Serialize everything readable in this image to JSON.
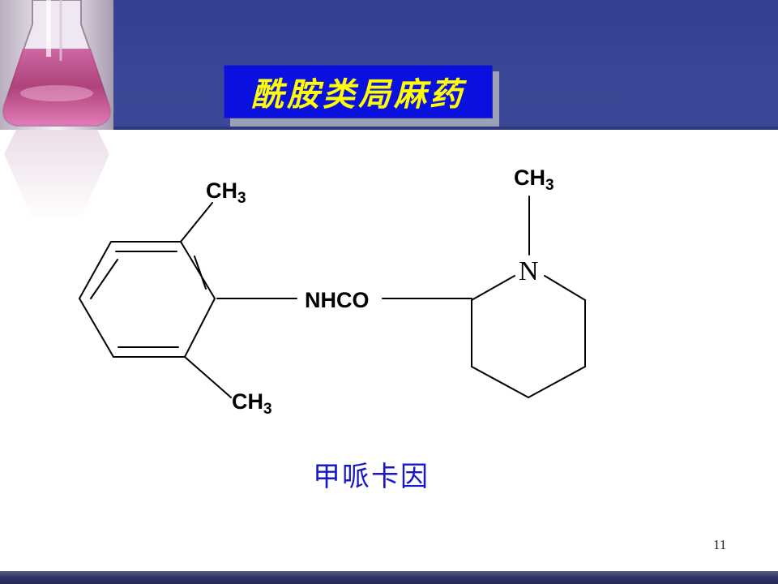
{
  "slide": {
    "title": "酰胺类局麻药",
    "drug_name": "甲哌卡因",
    "page_number": "11"
  },
  "structure": {
    "labels": {
      "ch3_top_left": "CH",
      "ch3_bottom_left": "CH",
      "ch3_top_right": "CH",
      "subscript": "3",
      "linker": "NHCO",
      "ring_nitrogen": "N"
    }
  },
  "colors": {
    "header_band": "#3b4897",
    "title_box": "#0a10e0",
    "title_text": "#ffff00",
    "drug_name": "#1818c8",
    "footer_band": "#2f3565"
  },
  "icons": {
    "header_image": "chemistry-flask-image"
  }
}
